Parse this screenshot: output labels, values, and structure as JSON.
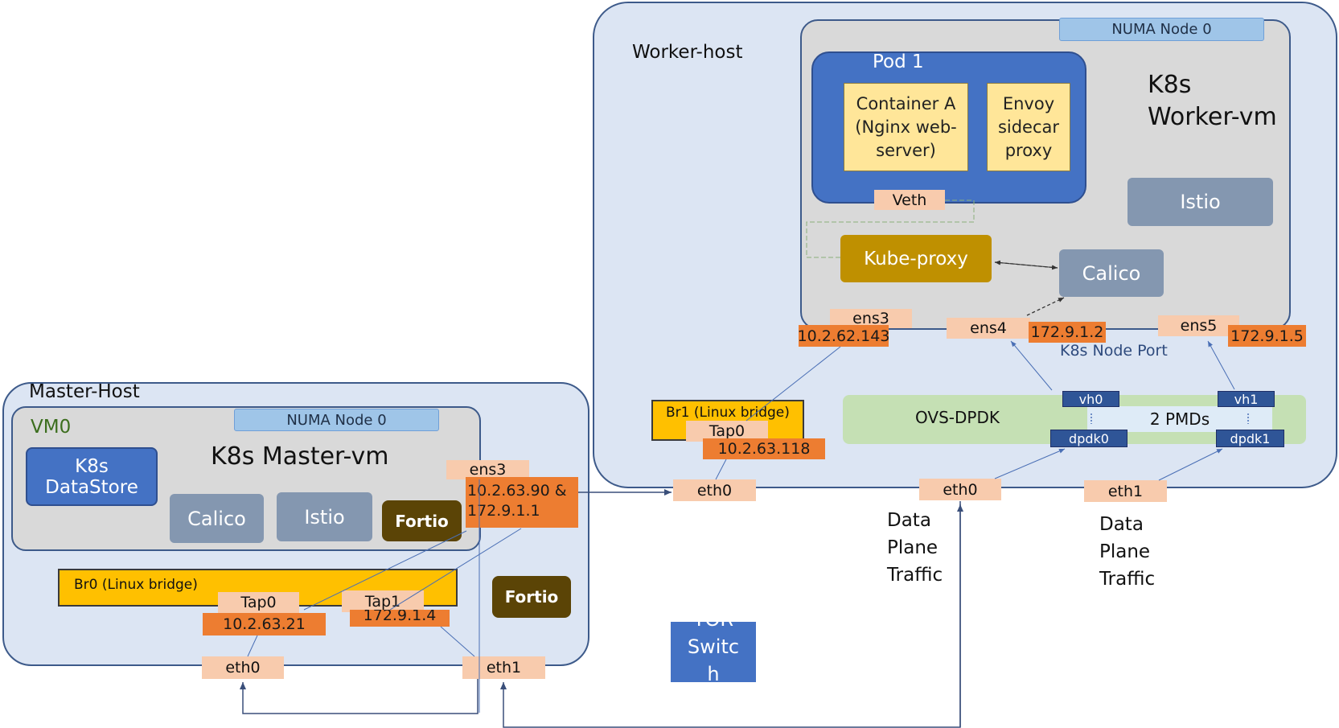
{
  "worker_host": {
    "title": "Worker-host",
    "numa": "NUMA Node 0",
    "vm_title_line1": "K8s",
    "vm_title_line2": "Worker-vm",
    "pod_label": "Pod 1",
    "container_a": "Container A (Nginx web-server)",
    "envoy": "Envoy sidecar proxy",
    "veth": "Veth",
    "istio": "Istio",
    "kube_proxy": "Kube-proxy",
    "calico": "Calico",
    "ens3": "ens3",
    "ens3_ip": "10.2.62.143",
    "ens4": "ens4",
    "ens4_ip": "172.9.1.2",
    "ens5": "ens5",
    "ens5_ip": "172.9.1.5",
    "node_port": "K8s Node Port",
    "br1": "Br1 (Linux bridge)",
    "tap0": "Tap0",
    "tap0_ip": "10.2.63.118",
    "ovs": "OVS-DPDK",
    "pmds": "2 PMDs",
    "vh0": "vh0",
    "vh1": "vh1",
    "dpdk0": "dpdk0",
    "dpdk1": "dpdk1",
    "eth0_a": "eth0",
    "eth0_b": "eth0",
    "eth1": "eth1"
  },
  "master_host": {
    "title": "Master-Host",
    "vm_name": "VM0",
    "numa": "NUMA Node 0",
    "vm_title": "K8s Master-vm",
    "datastore": "K8s DataStore",
    "calico": "Calico",
    "istio": "Istio",
    "fortio_vm": "Fortio",
    "fortio_host": "Fortio",
    "ens3": "ens3",
    "ens3_ip_line1": "10.2.63.90 &",
    "ens3_ip_line2": "172.9.1.1",
    "br0": "Br0 (Linux bridge)",
    "tap0": "Tap0",
    "tap0_ip": "10.2.63.21",
    "tap1": "Tap1",
    "tap1_ip": "172.9.1.4",
    "eth0": "eth0",
    "eth1": "eth1"
  },
  "traffic_labels": {
    "left": [
      "Data",
      "Plane",
      "Traffic"
    ],
    "right": [
      "Data",
      "Plane",
      "Traffic"
    ]
  },
  "tor_switch": {
    "line1": "TOR",
    "line2": "Switc",
    "line3": "h"
  },
  "colors": {
    "host_bg": "#dce5f3",
    "vm_bg": "#d9d9d9",
    "blue_box": "#4472c4",
    "grey_box": "#8497b0",
    "bridge": "#ffc000",
    "peach": "#f8cbad",
    "orange": "#ed7d31",
    "ovs_green": "#c5e0b4",
    "kube_proxy": "#bf9000",
    "fortio": "#5b4406"
  }
}
